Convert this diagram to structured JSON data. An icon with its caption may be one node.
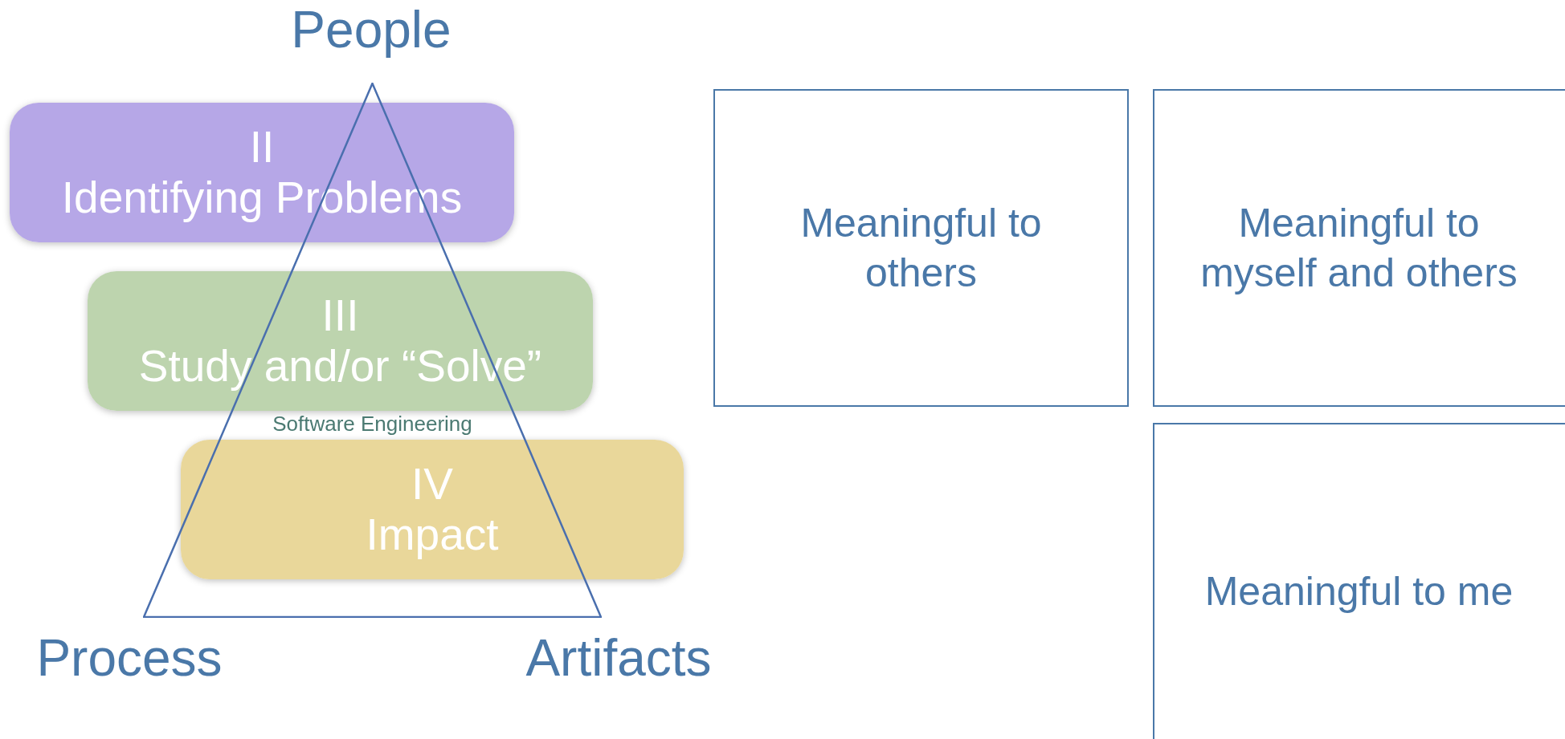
{
  "diagram": {
    "nodes": [
      {
        "text": [
          "II",
          "Identifying Problems"
        ]
      },
      {
        "text": [
          "III",
          "Study and/or “Solve”"
        ]
      },
      {
        "text": [
          "IV",
          "Impact"
        ]
      },
      {
        "text": [
          "Software Engineering"
        ]
      },
      {
        "text": [
          "Meaningful to others"
        ]
      },
      {
        "text": [
          "Meaningful to myself and others"
        ]
      },
      {
        "text": [
          "Meaningful to me"
        ]
      }
    ],
    "labels": [
      "People",
      "Process",
      "Artifacts"
    ]
  }
}
